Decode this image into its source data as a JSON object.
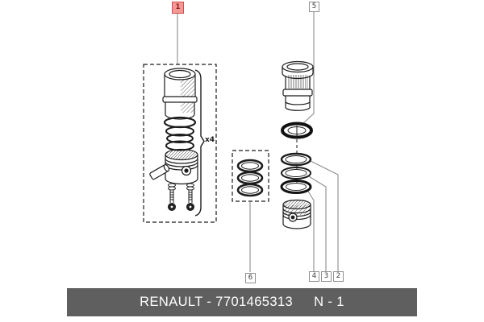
{
  "diagram": {
    "quantity_label": "x4"
  },
  "callouts": {
    "c1": {
      "label": "1",
      "state": "highlighted"
    },
    "c2": {
      "label": "2",
      "state": "normal"
    },
    "c3": {
      "label": "3",
      "state": "normal"
    },
    "c4": {
      "label": "4",
      "state": "normal"
    },
    "c5": {
      "label": "5",
      "state": "normal"
    },
    "c6": {
      "label": "6",
      "state": "normal"
    }
  },
  "footer": {
    "part_label": "RENAULT - 7701465313",
    "page_label": "N - 1"
  },
  "colors": {
    "highlight_fill": "#f39894",
    "highlight_border": "#d05050",
    "highlight_text": "#8c1f1f",
    "callout_border": "#909090",
    "callout_text": "#3a3a3a",
    "footer_bg": "#5f5f5f",
    "footer_text": "#ffffff",
    "line_art": "#1c1c1c",
    "leader_line": "#8c8c8c"
  }
}
